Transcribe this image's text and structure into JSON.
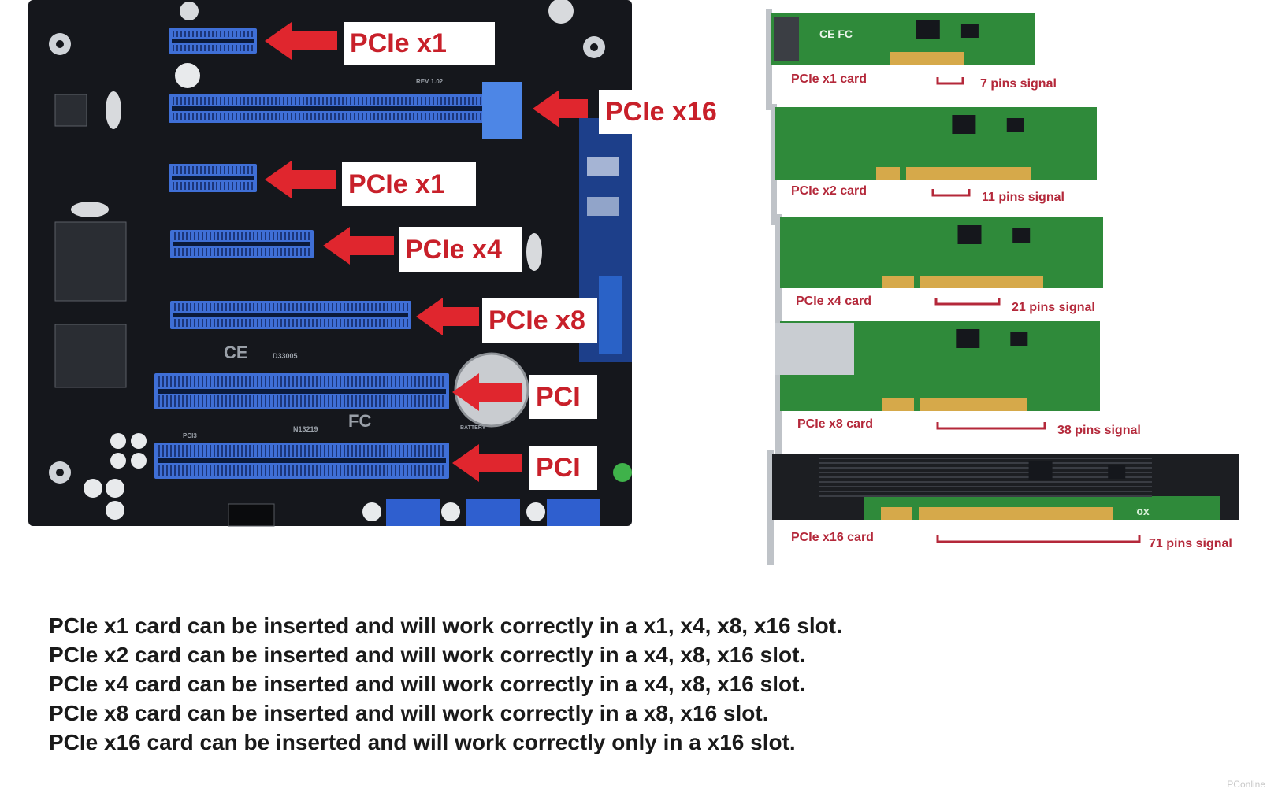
{
  "colors": {
    "board": "#15171c",
    "slot_blue": "#3f6fd6",
    "arrow_red": "#e0262e",
    "callout_text": "#c8202a",
    "pcb_green": "#2f8a3a",
    "gold_contacts": "#d6a94a"
  },
  "motherboard": {
    "callouts": [
      {
        "label": "PCIe x1"
      },
      {
        "label": "PCIe x16"
      },
      {
        "label": "PCIe x1"
      },
      {
        "label": "PCIe x4"
      },
      {
        "label": "PCIe x8"
      },
      {
        "label": "PCI"
      },
      {
        "label": "PCI"
      }
    ],
    "silk": {
      "ce": "CE",
      "fc": "FC",
      "battery": "BATTERY",
      "rev": "REV 1.02",
      "code": "D33005",
      "code2": "N13219",
      "pci_label": "PCI3"
    }
  },
  "cards": [
    {
      "card_label": "PCIe x1 card",
      "pins_label": "7 pins signal"
    },
    {
      "card_label": "PCIe x2 card",
      "pins_label": "11 pins signal"
    },
    {
      "card_label": "PCIe x4 card",
      "pins_label": "21 pins signal"
    },
    {
      "card_label": "PCIe x8 card",
      "pins_label": "38 pins signal"
    },
    {
      "card_label": "PCIe x16 card",
      "pins_label": "71 pins signal",
      "brand": "matrox"
    }
  ],
  "card_marks": {
    "x1_logo": "CE FC"
  },
  "rules": [
    "PCIe x1 card can be inserted and will work correctly in a x1, x4, x8, x16 slot.",
    "PCIe x2 card can be inserted and will work correctly in a x4, x8, x16 slot.",
    "PCIe x4 card can be inserted and will work correctly in a x4, x8, x16 slot.",
    "PCIe x8 card can be inserted and will work correctly in a x8, x16 slot.",
    "PCIe x16 card can be inserted and will work correctly only in a x16 slot."
  ],
  "watermark": "PConline"
}
